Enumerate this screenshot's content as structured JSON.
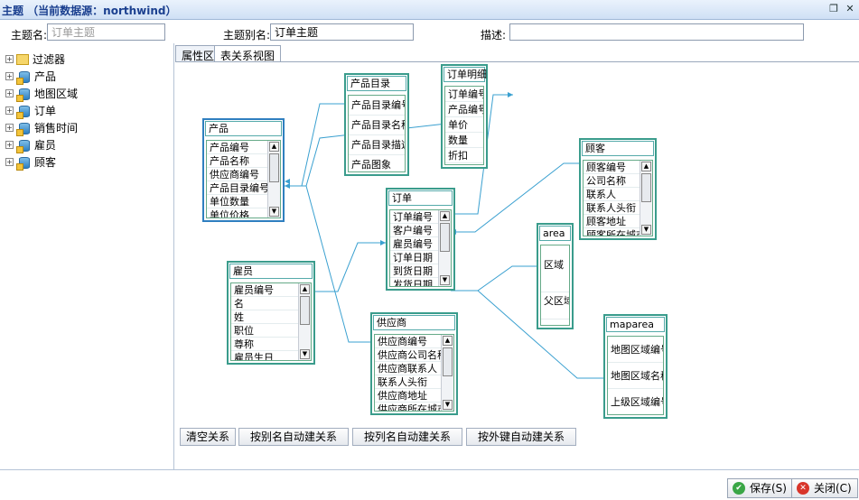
{
  "window": {
    "title": "主题 （当前数据源：northwind）",
    "restore_glyph": "❐",
    "close_glyph": "✕"
  },
  "form": {
    "topic_name_label": "主题名:",
    "topic_name_placeholder": "订单主题",
    "alias_label": "主题别名:",
    "alias_value": "订单主题",
    "desc_label": "描述:",
    "desc_value": ""
  },
  "tree": [
    {
      "label": "过滤器",
      "icon": "filter-icon"
    },
    {
      "label": "产品",
      "icon": "database-table-icon"
    },
    {
      "label": "地图区域",
      "icon": "database-table-icon"
    },
    {
      "label": "订单",
      "icon": "database-table-icon"
    },
    {
      "label": "销售时间",
      "icon": "database-table-icon"
    },
    {
      "label": "雇员",
      "icon": "database-table-icon"
    },
    {
      "label": "顾客",
      "icon": "database-table-icon"
    }
  ],
  "tabs": [
    "属性区",
    "表关系视图"
  ],
  "tables": {
    "product": {
      "title": "产品",
      "fields": [
        "产品编号",
        "产品名称",
        "供应商编号",
        "产品目录编号",
        "单位数量",
        "单位价格"
      ]
    },
    "category": {
      "title": "产品目录",
      "fields": [
        "产品目录编号",
        "产品目录名称",
        "产品目录描述",
        "产品图象"
      ]
    },
    "orderdetail": {
      "title": "订单明细",
      "fields": [
        "订单编号",
        "产品编号",
        "单价",
        "数量",
        "折扣"
      ]
    },
    "customer": {
      "title": "顾客",
      "fields": [
        "顾客编号",
        "公司名称",
        "联系人",
        "联系人头衔",
        "顾客地址",
        "顾客所在城市"
      ]
    },
    "order": {
      "title": "订单",
      "fields": [
        "订单编号",
        "客户编号",
        "雇员编号",
        "订单日期",
        "到货日期",
        "发货日期"
      ]
    },
    "area": {
      "title": "area",
      "fields": [
        "区域",
        "父区域"
      ]
    },
    "employee": {
      "title": "雇员",
      "fields": [
        "雇员编号",
        "名",
        "姓",
        "职位",
        "尊称",
        "雇员生日"
      ]
    },
    "supplier": {
      "title": "供应商",
      "fields": [
        "供应商编号",
        "供应商公司名称",
        "供应商联系人",
        "联系人头衔",
        "供应商地址",
        "供应商所在城市"
      ]
    },
    "maparea": {
      "title": "maparea",
      "fields": [
        "地图区域编号",
        "地图区域名称",
        "上级区域编号"
      ]
    }
  },
  "actions": [
    "清空关系",
    "按别名自动建关系",
    "按列名自动建关系",
    "按外键自动建关系"
  ],
  "footer": {
    "save": "保存(S)",
    "close": "关闭(C)"
  },
  "colors": {
    "link": "#3aa0d0",
    "table_border": "#3a9c8c",
    "selected_border": "#2f7fc0"
  }
}
